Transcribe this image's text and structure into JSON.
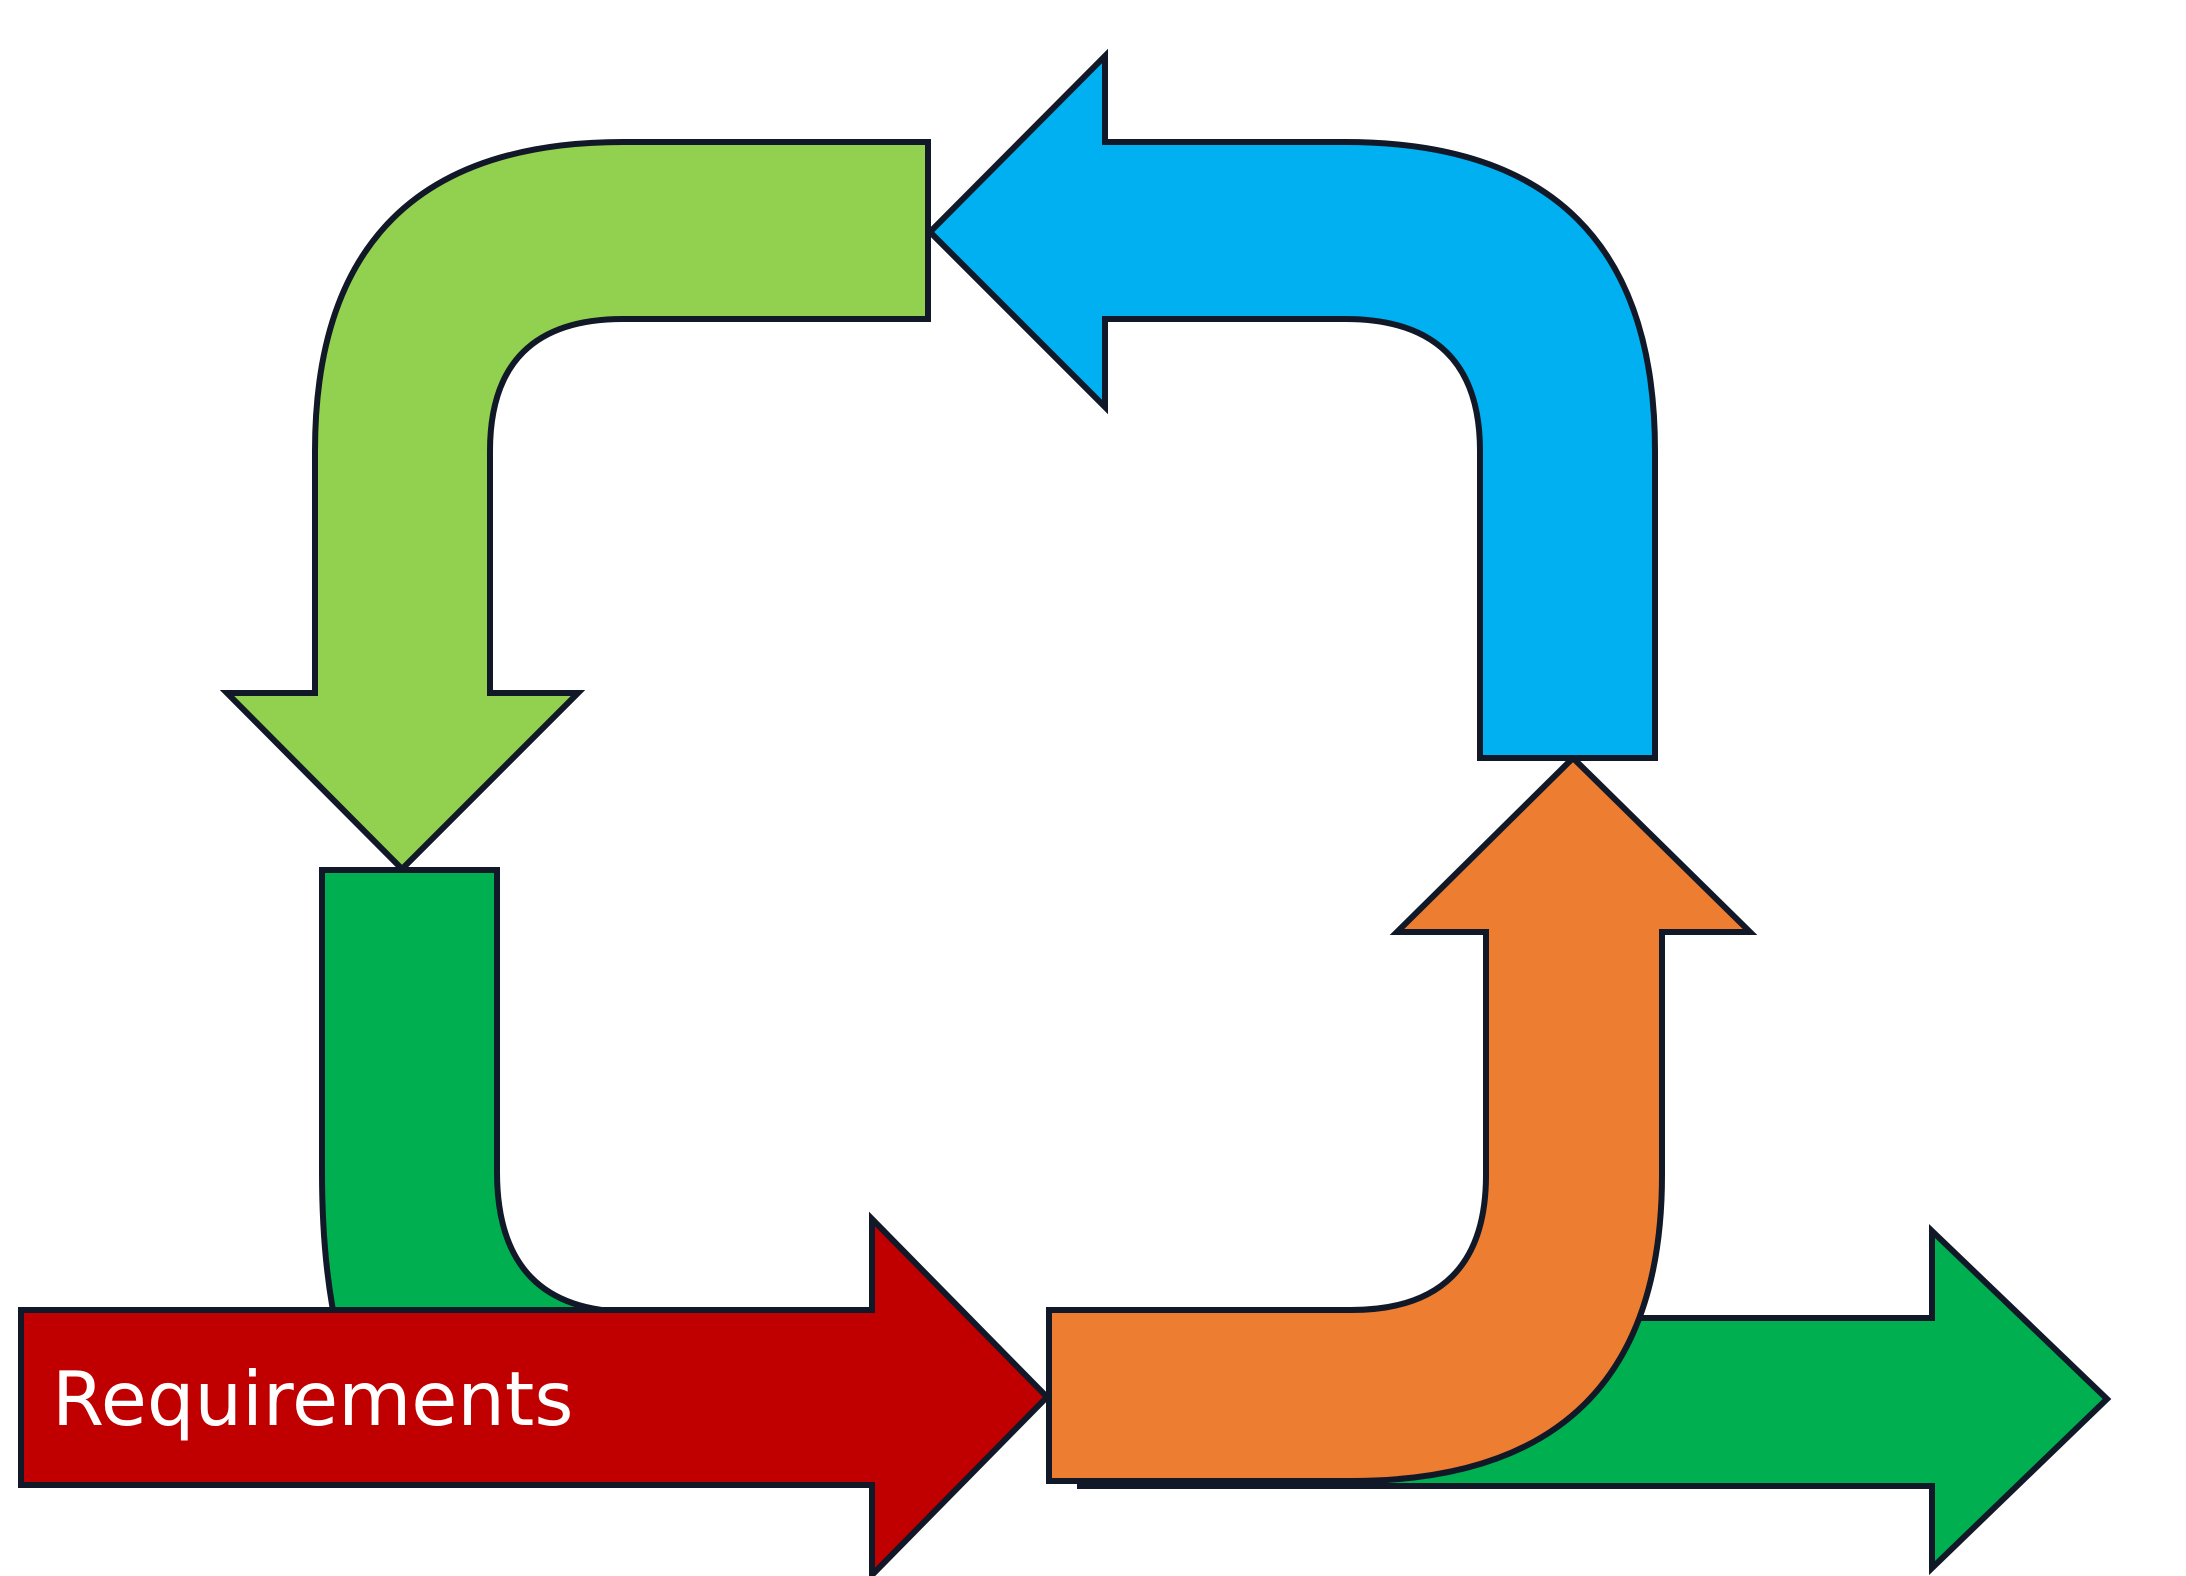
{
  "diagram": {
    "background": "#ffffff",
    "outline_color": "#111827",
    "arrows": [
      {
        "name": "output-arrow",
        "direction": "right",
        "color": "#00B050"
      },
      {
        "name": "left-vertical-arrow",
        "direction": "down-right",
        "color": "#00B050"
      },
      {
        "name": "requirements-arrow",
        "direction": "right",
        "color": "#C00000",
        "label": "Requirements"
      },
      {
        "name": "orange-up-arrow",
        "direction": "up",
        "color": "#ED7D31"
      },
      {
        "name": "blue-left-arrow",
        "direction": "left",
        "color": "#00B0F0"
      },
      {
        "name": "light-green-down-arrow",
        "direction": "down",
        "color": "#92D050"
      }
    ]
  }
}
